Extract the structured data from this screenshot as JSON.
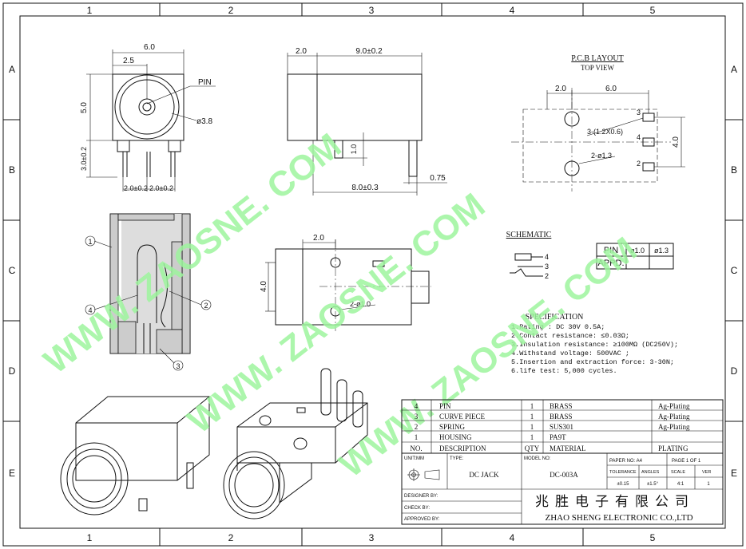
{
  "border": {
    "columns": [
      "1",
      "2",
      "3",
      "4",
      "5"
    ],
    "rows": [
      "A",
      "B",
      "C",
      "D",
      "E"
    ]
  },
  "watermark": "WWW. ZAOSNE. COM",
  "views": {
    "front": {
      "w": "6.0",
      "offset": "2.5",
      "h": "5.0",
      "pin_label": "PIN",
      "dia": "ø3.8",
      "leg_h": "3.0±0.2",
      "pitch1": "2.0±0.2",
      "pitch2": "2.0±0.2"
    },
    "side": {
      "d1": "2.0",
      "d2": "9.0±0.2",
      "d3": "1.0",
      "d4": "8.0±0.3",
      "d5": "0.75"
    },
    "bottom": {
      "d1": "2.0",
      "d2": "4.0",
      "hole": "2-ø1.0"
    },
    "pcb": {
      "title": "P.C.B LAYOUT",
      "subtitle": "TOP VIEW",
      "d1": "2.0",
      "d2": "6.0",
      "d3": "4.0",
      "slot": "3-(1.2X0.6)",
      "hole": "2-ø1.3",
      "pins": [
        "3",
        "4",
        "2"
      ]
    },
    "section": {
      "callouts": [
        "1",
        "4",
        "2",
        "3"
      ]
    }
  },
  "schematic": {
    "title": "SCHEMATIC",
    "pins": [
      "4",
      "3",
      "2"
    ]
  },
  "pin_table": {
    "headers": [
      "PIN",
      "ø1.0",
      "ø1.3"
    ],
    "row_label": "APPD."
  },
  "specification": {
    "title": "SPECIFICATION",
    "items": [
      "1.Rating : DC 30V 0.5A;",
      "2.Contact resistance: ≤0.03Ω;",
      "3.Insulation resistance: ≥100MΩ (DC250V);",
      "4.Withstand voltage: 500VAC ;",
      "5.Insertion and extraction force: 3-30N;",
      "6.life test: 5,000 cycles."
    ]
  },
  "bom": {
    "rows": [
      {
        "no": "4",
        "desc": "PIN",
        "qty": "1",
        "material": "BRASS",
        "plating": "Ag-Plating"
      },
      {
        "no": "3",
        "desc": "CURVE PIECE",
        "qty": "1",
        "material": "BRASS",
        "plating": "Ag-Plating"
      },
      {
        "no": "2",
        "desc": "SPRING",
        "qty": "1",
        "material": "SUS301",
        "plating": "Ag-Plating"
      },
      {
        "no": "1",
        "desc": "HOUSING",
        "qty": "1",
        "material": "PA9T",
        "plating": ""
      }
    ],
    "header": {
      "no": "NO.",
      "desc": "DESCRIPTION",
      "qty": "QTY",
      "material": "MATERIAL",
      "plating": "PLATING"
    }
  },
  "title_block": {
    "unit_label": "UNIT:MM",
    "type_label": "TYPE:",
    "type_value": "DC   JACK",
    "model_label": "MODEL NO:",
    "model_value": "DC-003A",
    "paper_label": "PAPER NO: A4",
    "page_label": "PAGE 1 OF 1",
    "tolerance_label": "TOLERANCE",
    "angles_label": "ANGLES",
    "scale_label": "SCALE",
    "ver_label": "VER",
    "tolerance_value": "±0.15",
    "angles_value": "±1.5°",
    "scale_value": "4:1",
    "ver_value": "1",
    "designer_label": "DESIGNER BY:",
    "check_label": "CHECK    BY:",
    "approved_label": "APPROVED BY:",
    "company_cn": "兆胜电子有限公司",
    "company_en": "ZHAO SHENG ELECTRONIC CO.,LTD"
  }
}
